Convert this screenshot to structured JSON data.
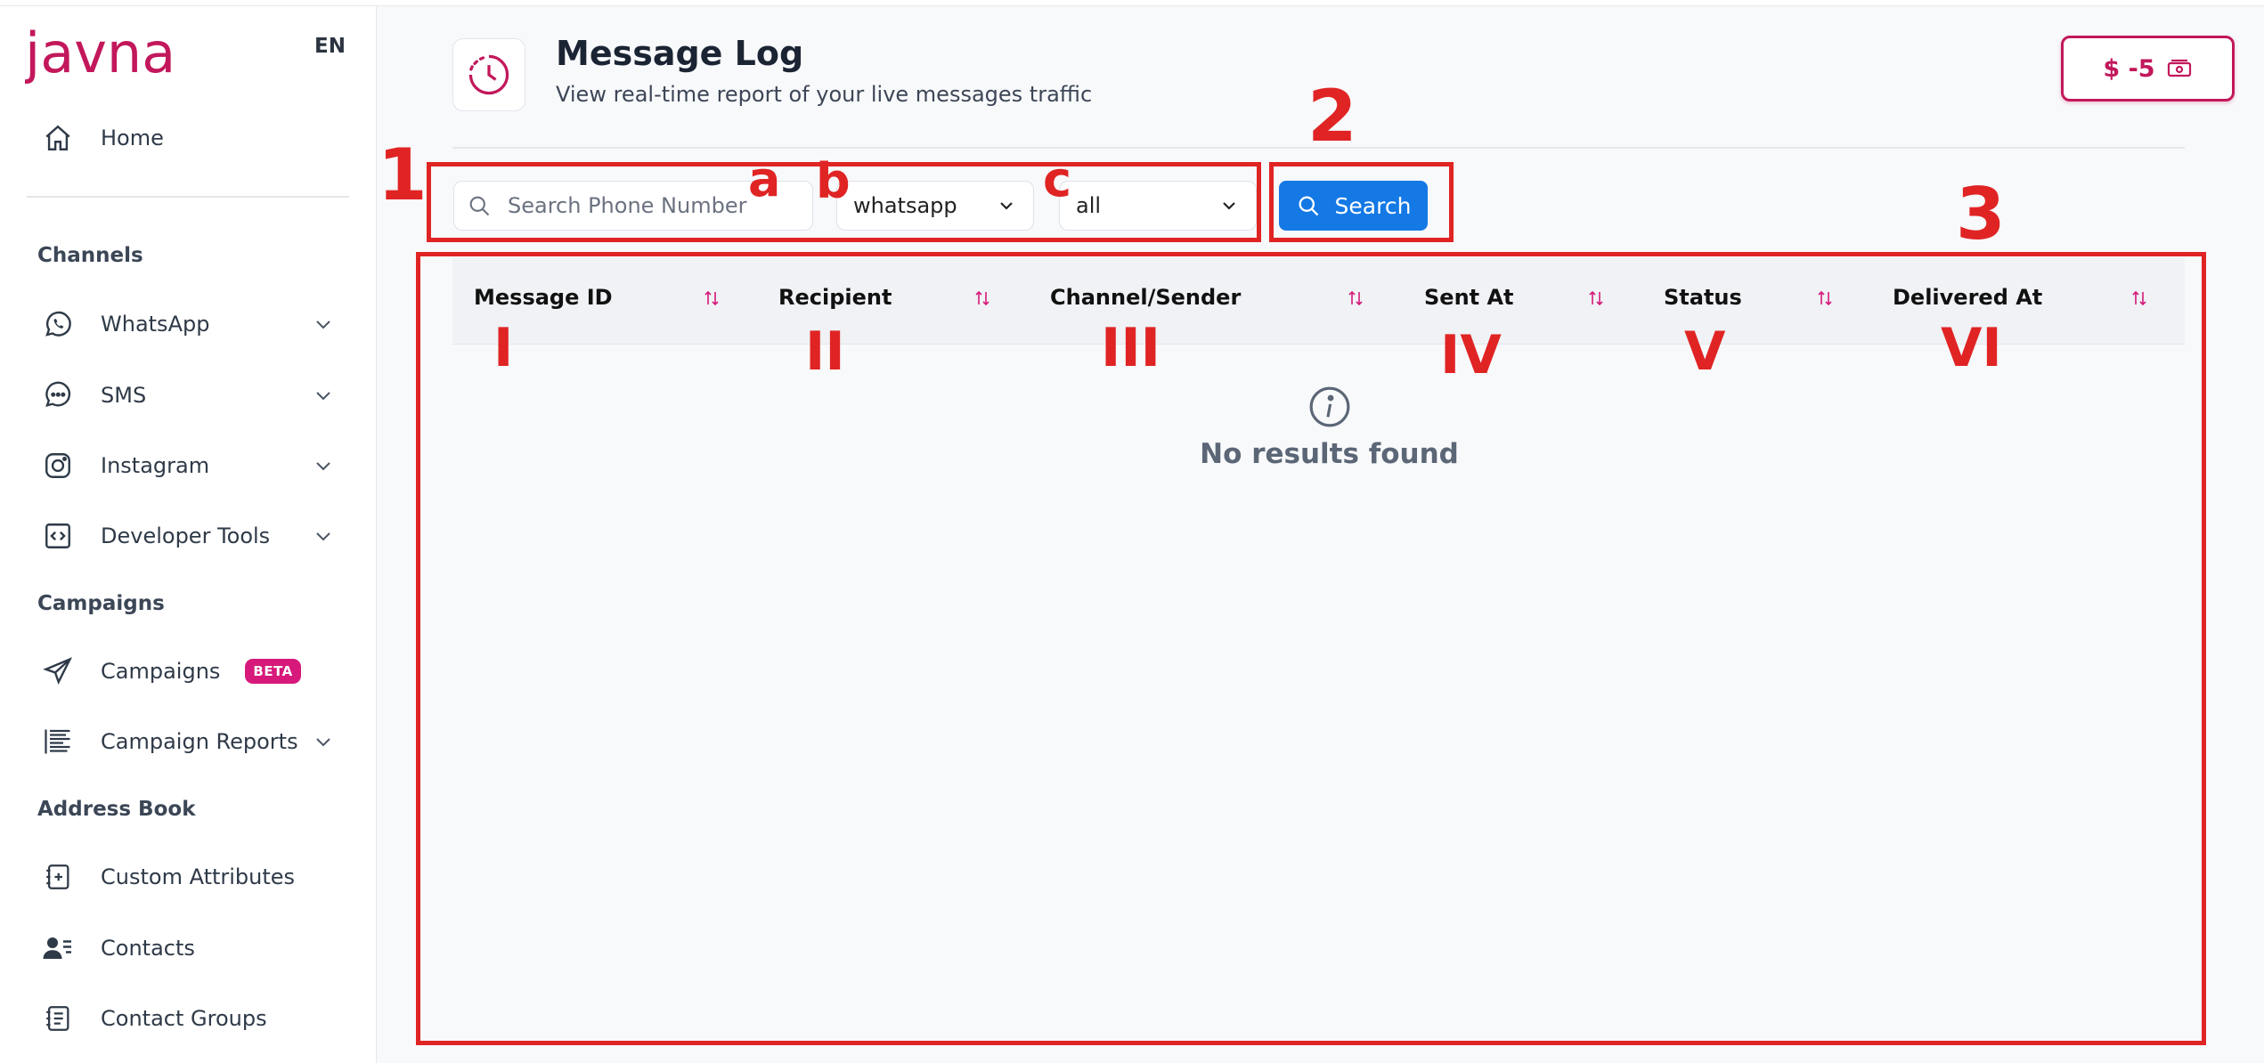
{
  "app": {
    "logo_text": "javna",
    "language": "EN",
    "brand_color": "#c2185b",
    "accent_color": "#1479e5",
    "annotation_color": "#e02424"
  },
  "sidebar": {
    "home": "Home",
    "channels_heading": "Channels",
    "channels": [
      {
        "label": "WhatsApp",
        "icon": "whatsapp-icon"
      },
      {
        "label": "SMS",
        "icon": "sms-chat-icon"
      },
      {
        "label": "Instagram",
        "icon": "instagram-icon"
      },
      {
        "label": "Developer Tools",
        "icon": "code-icon"
      }
    ],
    "campaigns_heading": "Campaigns",
    "campaigns": [
      {
        "label": "Campaigns",
        "badge": "BETA",
        "icon": "send-icon"
      },
      {
        "label": "Campaign Reports",
        "icon": "report-lines-icon"
      }
    ],
    "address_heading": "Address Book",
    "address": [
      {
        "label": "Custom Attributes",
        "icon": "add-attribute-icon"
      },
      {
        "label": "Contacts",
        "icon": "contacts-icon"
      },
      {
        "label": "Contact Groups",
        "icon": "contact-groups-icon"
      }
    ]
  },
  "header": {
    "title": "Message Log",
    "subtitle": "View real-time report of your live messages traffic",
    "balance": "$ -5"
  },
  "filters": {
    "search_placeholder": "Search Phone Number",
    "channel_value": "whatsapp",
    "status_value": "all",
    "search_button": "Search"
  },
  "table": {
    "columns": [
      "Message ID",
      "Recipient",
      "Channel/Sender",
      "Sent At",
      "Status",
      "Delivered At"
    ],
    "empty_text": "No results found"
  },
  "annotations": {
    "box1": "1",
    "box2": "2",
    "box3": "3",
    "a": "a",
    "b": "b",
    "c": "c",
    "col_labels": [
      "I",
      "II",
      "III",
      "IV",
      "V",
      "VI"
    ]
  }
}
